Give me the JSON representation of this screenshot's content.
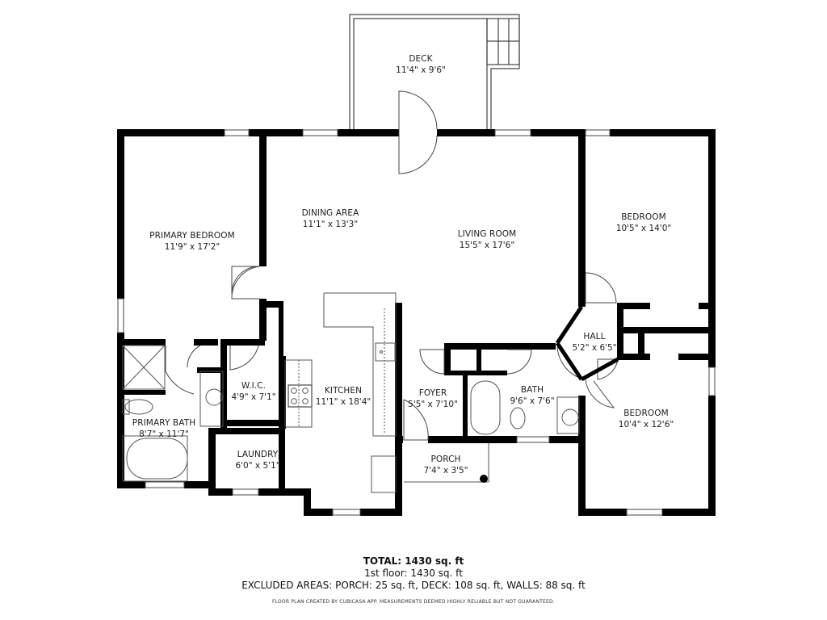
{
  "plan": {
    "rooms": [
      {
        "name": "DECK",
        "dims": "11'4\" x 9'6\""
      },
      {
        "name": "PRIMARY BEDROOM",
        "dims": "11'9\" x 17'2\""
      },
      {
        "name": "DINING AREA",
        "dims": "11'1\" x 13'3\""
      },
      {
        "name": "LIVING ROOM",
        "dims": "15'5\" x 17'6\""
      },
      {
        "name": "BEDROOM",
        "dims": "10'5\" x 14'0\""
      },
      {
        "name": "HALL",
        "dims": "5'2\" x 6'5\""
      },
      {
        "name": "W.I.C.",
        "dims": "4'9\" x 7'1\""
      },
      {
        "name": "KITCHEN",
        "dims": "11'1\" x 18'4\""
      },
      {
        "name": "FOYER",
        "dims": "5'5\" x 7'10\""
      },
      {
        "name": "BATH",
        "dims": "9'6\" x 7'6\""
      },
      {
        "name": "PRIMARY BATH",
        "dims": "8'7\" x 11'7\""
      },
      {
        "name": "LAUNDRY",
        "dims": "6'0\" x 5'1\""
      },
      {
        "name": "PORCH",
        "dims": "7'4\" x 3'5\""
      },
      {
        "name": "BEDROOM",
        "dims": "10'4\" x 12'6\""
      }
    ]
  },
  "summary": {
    "total": "TOTAL: 1430 sq. ft",
    "floor": "1st floor: 1430 sq. ft",
    "excluded": "EXCLUDED AREAS: PORCH: 25 sq. ft, DECK: 108 sq. ft, WALLS: 88 sq. ft",
    "credit": "FLOOR PLAN CREATED BY CUBICASA APP. MEASUREMENTS DEEMED HIGHLY RELIABLE BUT NOT GUARANTEED."
  },
  "colors": {
    "wall": "#000000",
    "line": "#555555",
    "background": "#ffffff"
  }
}
